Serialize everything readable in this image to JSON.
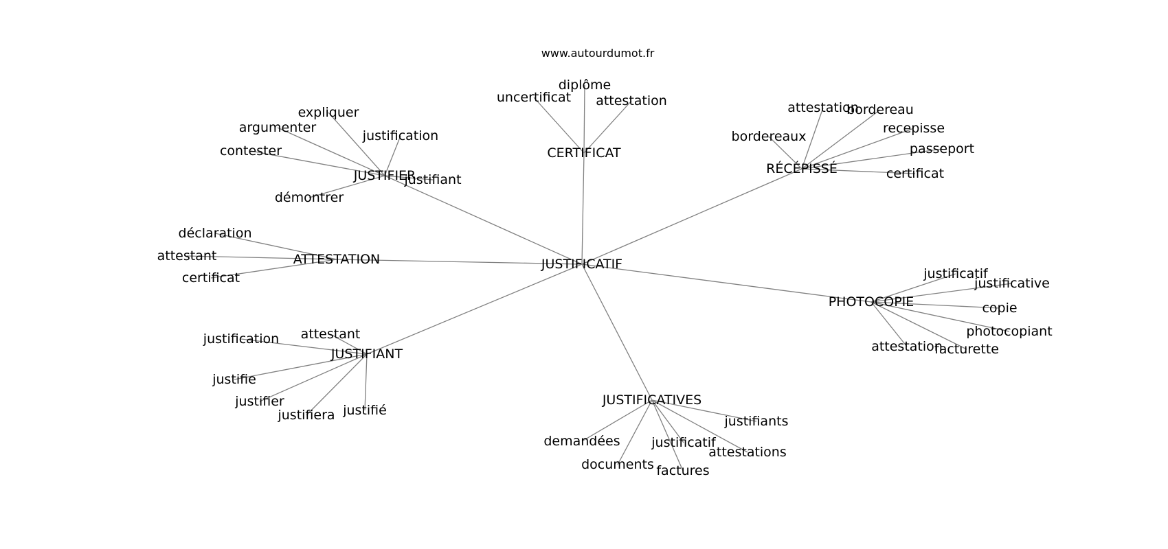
{
  "site_label": "www.autourdumot.fr",
  "graph": {
    "center": "JUSTIFICATIF",
    "hubs": [
      {
        "label": "JUSTIFIER",
        "leaves": [
          "expliquer",
          "argumenter",
          "justification",
          "contester",
          "justifiant",
          "démontrer"
        ]
      },
      {
        "label": "CERTIFICAT",
        "leaves": [
          "diplôme",
          "uncertificat",
          "attestation"
        ]
      },
      {
        "label": "RÉCÉPISSÉ",
        "leaves": [
          "attestation",
          "bordereau",
          "recepisse",
          "bordereaux",
          "passeport",
          "certificat"
        ]
      },
      {
        "label": "ATTESTATION",
        "leaves": [
          "déclaration",
          "attestant",
          "certificat"
        ]
      },
      {
        "label": "PHOTOCOPIE",
        "leaves": [
          "justificatif",
          "justificative",
          "copie",
          "photocopiant",
          "attestation",
          "facturette"
        ]
      },
      {
        "label": "JUSTIFIANT",
        "leaves": [
          "attestant",
          "justification",
          "justifie",
          "justifier",
          "justifiera",
          "justifié"
        ]
      },
      {
        "label": "JUSTIFICATIVES",
        "leaves": [
          "justifiants",
          "demandées",
          "justificatif",
          "attestations",
          "documents",
          "factures"
        ]
      }
    ]
  }
}
